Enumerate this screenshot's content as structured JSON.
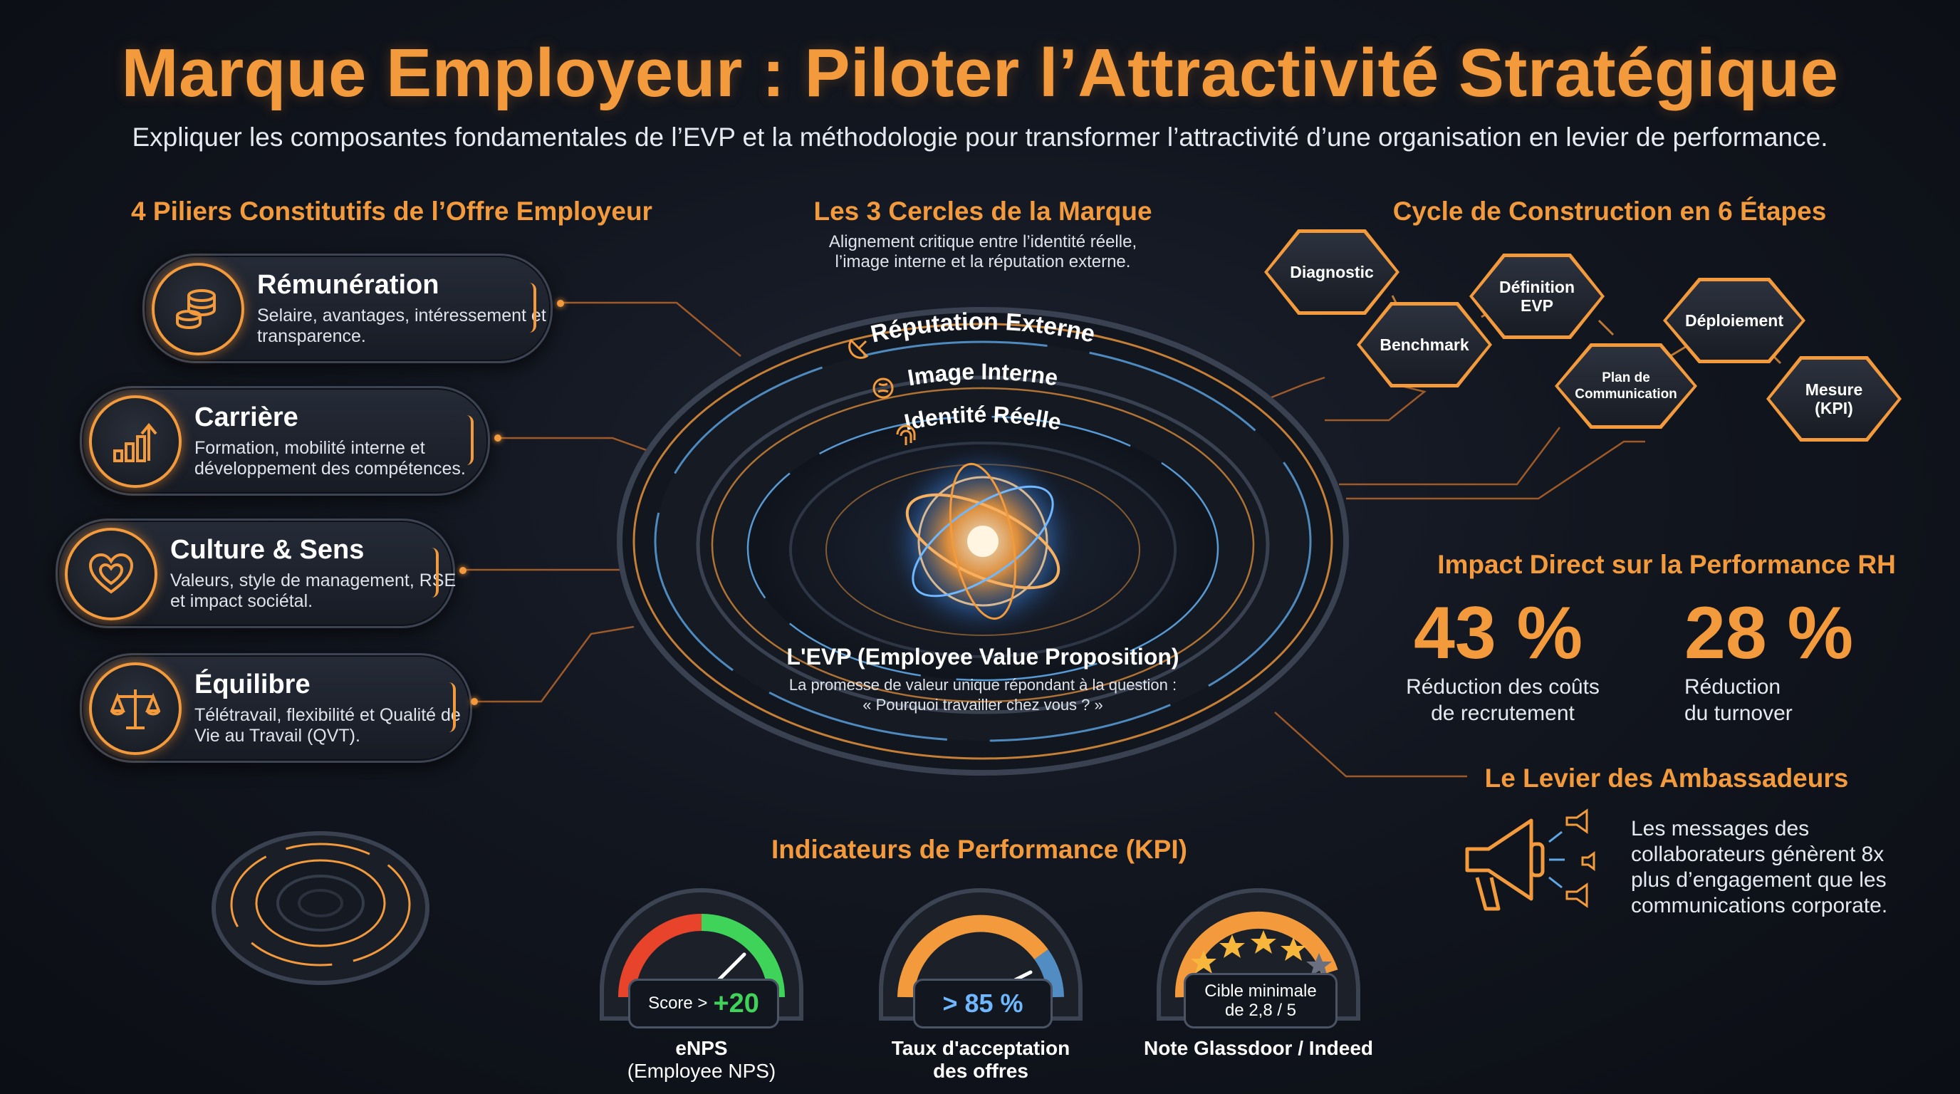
{
  "header": {
    "title": "Marque Employeur : Piloter l’Attractivité Stratégique",
    "subtitle": "Expliquer les composantes fondamentales de l’EVP et la méthodologie pour transformer l’attractivité d’une organisation en levier de performance."
  },
  "pillars": {
    "title": "4 Piliers Constitutifs de l’Offre Employeur",
    "items": [
      {
        "title": "Rémunération",
        "desc": "Selaire, avantages, intéressement et transparence.",
        "icon": "coins-icon"
      },
      {
        "title": "Carrière",
        "desc": "Formation, mobilité interne et développement des compétences.",
        "icon": "growth-chart-icon"
      },
      {
        "title": "Culture & Sens",
        "desc": "Valeurs, style de management, RSE et impact sociétal.",
        "icon": "heart-icon"
      },
      {
        "title": "Équilibre",
        "desc": "Télétravail, flexibilité et Qualité de Vie au Travail (QVT).",
        "icon": "scale-icon"
      }
    ]
  },
  "circles": {
    "title": "Les 3 Cercles de la Marque",
    "desc_line1": "Alignement critique entre l’identité réelle,",
    "desc_line2": "l’image interne et la réputation externe.",
    "ring1": "Réputation Externe",
    "ring2": "Image Interne",
    "ring3": "Identité Réelle",
    "evp_title": "L'EVP (Employee Value Proposition)",
    "evp_line1": "La promesse de valeur unique répondant à la question :",
    "evp_line2": "« Pourquoi travailler chez vous ? »"
  },
  "cycle": {
    "title": "Cycle de Construction en 6 Étapes",
    "steps": [
      "Diagnostic",
      "Benchmark",
      "Définition EVP",
      "Plan de Communication",
      "Déploiement",
      "Mesure (KPI)"
    ]
  },
  "impact": {
    "title": "Impact Direct sur la Performance RH",
    "stat1": {
      "value": "43 %",
      "line1": "Réduction des coûts",
      "line2": "de recrutement"
    },
    "stat2": {
      "value": "28 %",
      "line1": "Réduction",
      "line2": "du turnover"
    }
  },
  "ambassadors": {
    "title": "Le Levier des Ambassadeurs",
    "line1": "Les messages des",
    "line2": "collaborateurs génèrent 8x",
    "line3": "plus d’engagement que les",
    "line4": "communications corporate."
  },
  "kpi": {
    "title": "Indicateurs de Performance (KPI)",
    "gauges": [
      {
        "box_prefix": "Score >",
        "box_value": "+20",
        "label1": "eNPS",
        "label2": "(Employee NPS)"
      },
      {
        "box_value": "> 85 %",
        "label1": "Taux d'acceptation",
        "label2": "des offres"
      },
      {
        "box_line1": "Cible minimale",
        "box_line2": "de 2,8 / 5",
        "label1": "Note Glassdoor / Indeed"
      }
    ]
  },
  "colors": {
    "accent": "#f39a3c",
    "ring_blue": "#5fa8e8",
    "gauge_green": "#3fd35a",
    "gauge_red": "#e8442c"
  }
}
